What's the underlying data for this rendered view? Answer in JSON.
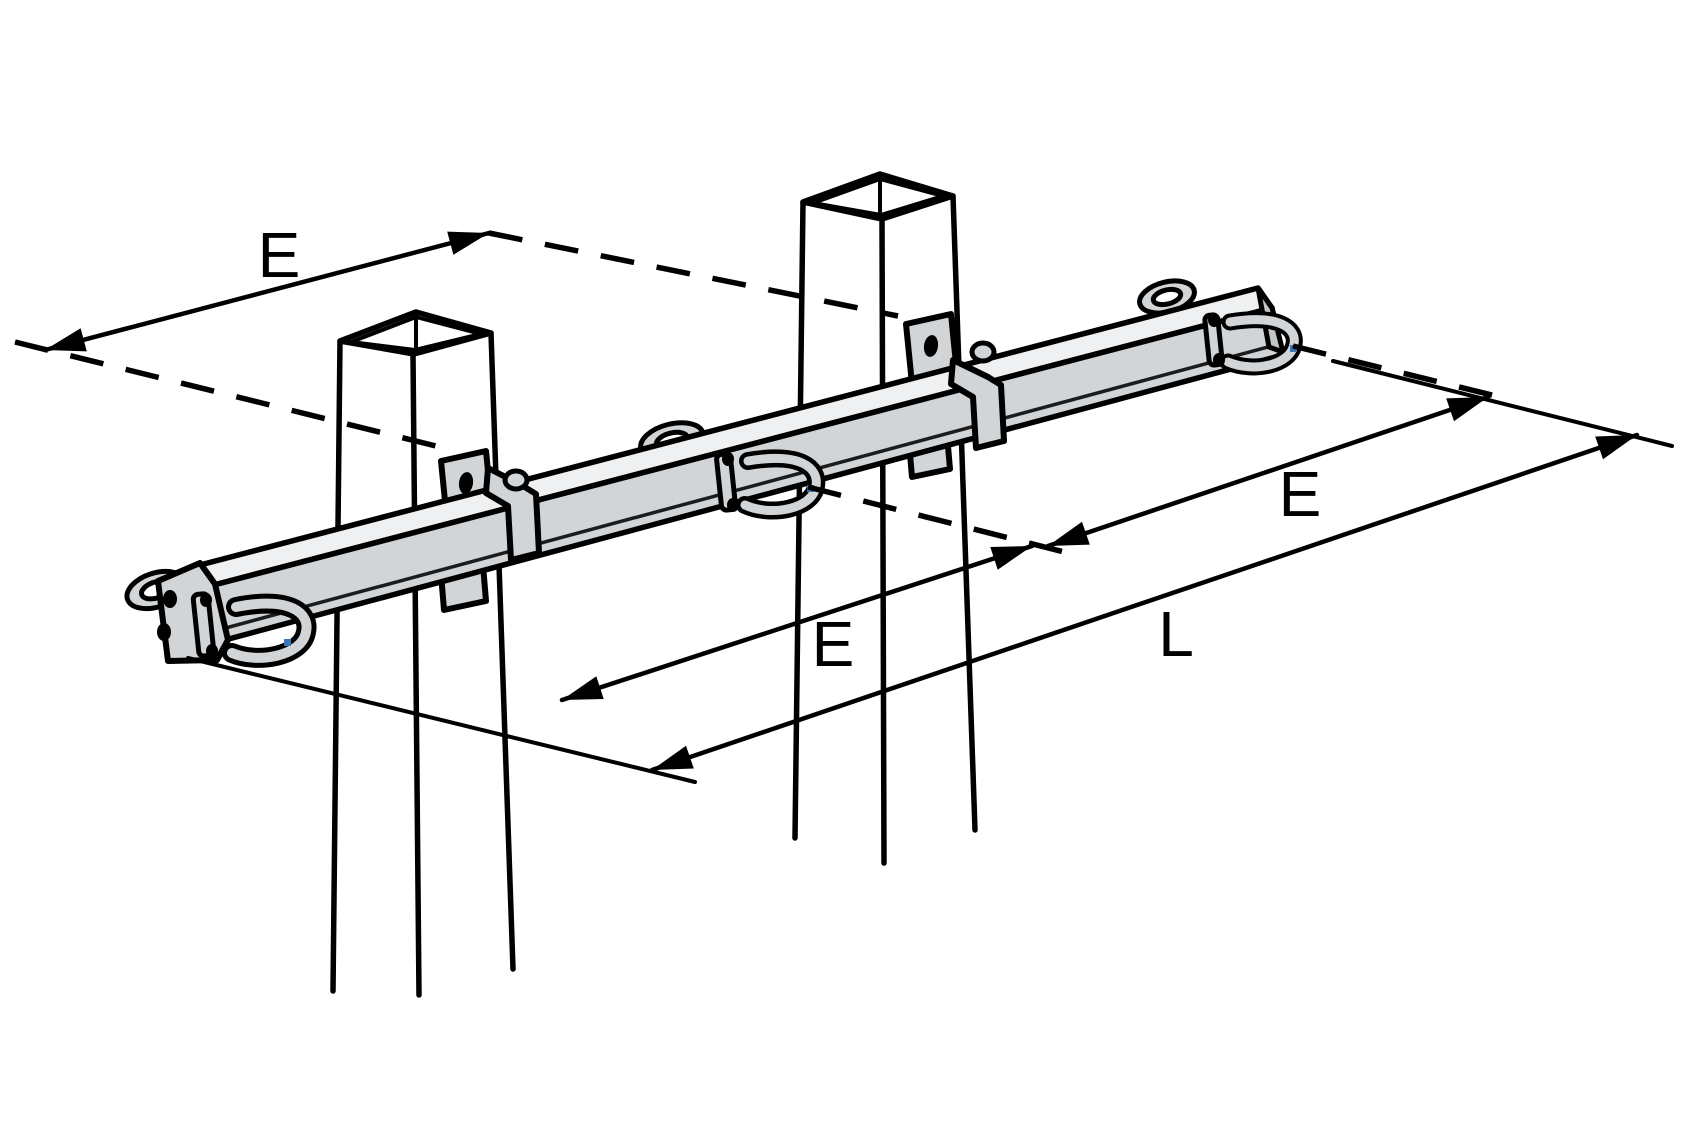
{
  "diagram": {
    "type": "technical-line-illustration",
    "subject": "crossarm beam mounted on two square poles with shackles, eye nuts and pole brackets",
    "labels": {
      "dim_top_spacing": "E",
      "dim_mid_spacing": "E",
      "dim_right_spacing": "E",
      "dim_total_length": "L"
    },
    "colors": {
      "background": "#ffffff",
      "line": "#000000",
      "beam_fill": "#d2d5d8",
      "beam_top_fill": "#eef0f1",
      "beam_end_fill": "#c2c5c8",
      "marker_blue": "#3a76b5"
    }
  }
}
